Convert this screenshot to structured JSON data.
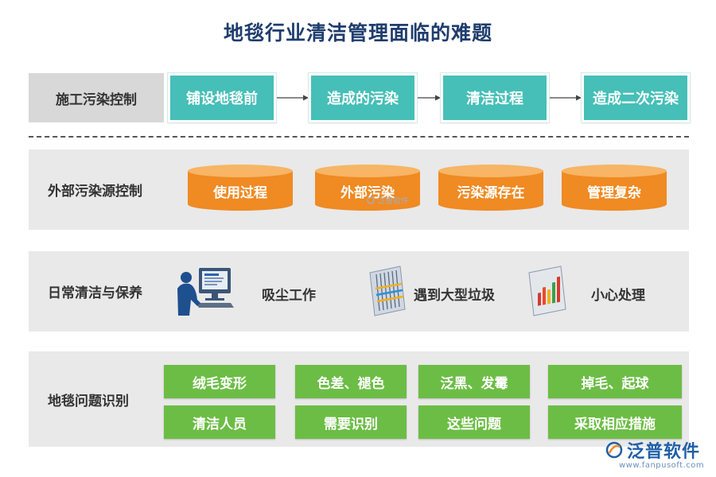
{
  "title": "地毯行业清洁管理面临的难题",
  "row1": {
    "label": "施工污染控制",
    "steps": [
      "铺设地毯前",
      "造成的污染",
      "清洁过程",
      "造成二次污染"
    ]
  },
  "row2": {
    "label": "外部污染源控制",
    "items": [
      "使用过程",
      "外部污染",
      "污染源存在",
      "管理复杂"
    ],
    "watermark": "泛普软件"
  },
  "row3": {
    "label": "日常清洁与保养",
    "items": [
      "吸尘工作",
      "遇到大型垃圾",
      "小心处理"
    ]
  },
  "row4": {
    "label": "地毯问题识别",
    "top": [
      "绒毛变形",
      "色差、褪色",
      "泛黑、发霉",
      "掉毛、起球"
    ],
    "bottom": [
      "清洁人员",
      "需要识别",
      "这些问题",
      "采取相应措施"
    ]
  },
  "brand": {
    "name": "泛普软件",
    "url": "www.fanpusoft.com"
  },
  "colors": {
    "teal": "#45bfb7",
    "orange": "#f08a22",
    "green": "#6cbd45",
    "title": "#1f3d6e"
  }
}
